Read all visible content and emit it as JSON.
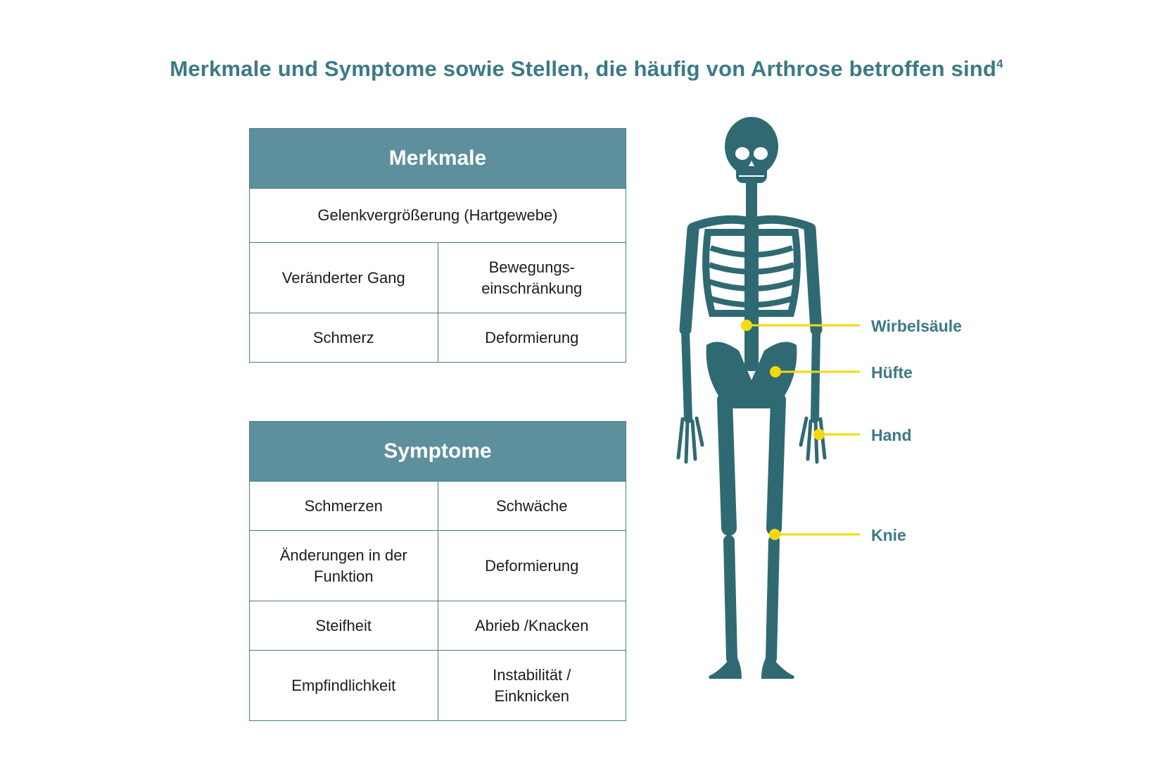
{
  "title": "Merkmale und Symptome sowie Stellen, die häufig von Arthrose betroffen sind",
  "title_sup": "4",
  "merkmale": {
    "header": "Merkmale",
    "rows": [
      [
        "Gelenkvergrößerung (Hartgewebe)"
      ],
      [
        "Veränderter Gang",
        "Bewegungs-\neinschränkung"
      ],
      [
        "Schmerz",
        "Deformierung"
      ]
    ]
  },
  "symptome": {
    "header": "Symptome",
    "rows": [
      [
        "Schmerzen",
        "Schwäche"
      ],
      [
        "Änderungen in der\nFunktion",
        "Deformierung"
      ],
      [
        "Steifheit",
        "Abrieb /Knacken"
      ],
      [
        "Empfindlichkeit",
        "Instabilität /\nEinknicken"
      ]
    ]
  },
  "sites": [
    {
      "label": "Wirbelsäule"
    },
    {
      "label": "Hüfte"
    },
    {
      "label": "Hand"
    },
    {
      "label": "Knie"
    }
  ],
  "colors": {
    "accent": "#3b7a86",
    "header_bg": "#5d909c",
    "skeleton": "#2f6a73",
    "marker": "#f5d90a"
  }
}
